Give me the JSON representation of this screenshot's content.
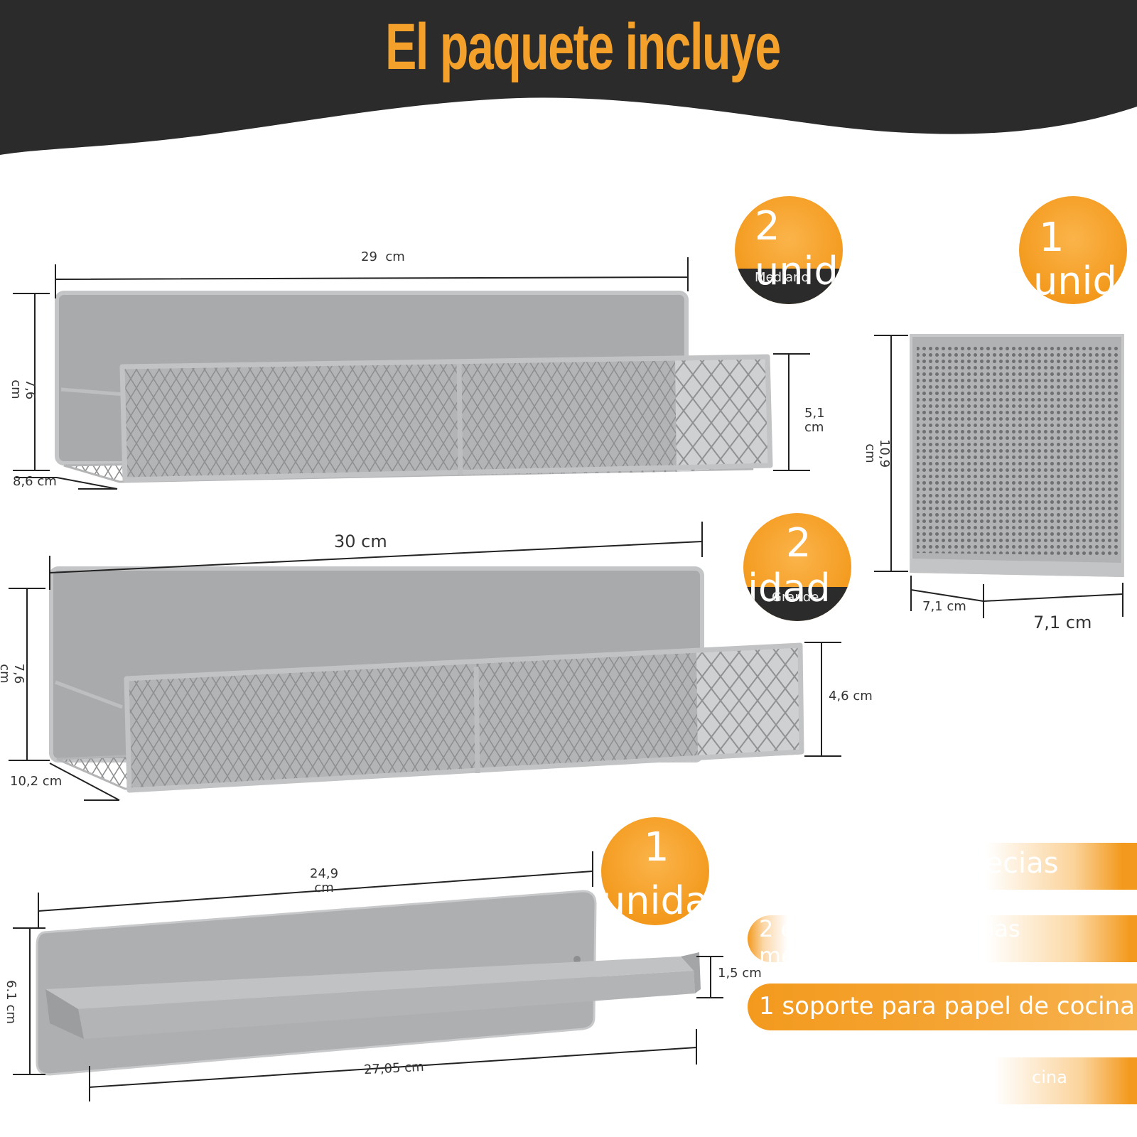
{
  "header": {
    "title": "El paquete incluye",
    "title_color": "#f3a12a",
    "band_color": "#2b2b2b"
  },
  "medium_shelf": {
    "width": "29  cm",
    "height": "7,6\ncm",
    "depth": "8,6 cm",
    "front_height": "5,1\ncm",
    "badge": {
      "quantity": "2",
      "unit": "unid",
      "tag": "Mediano"
    }
  },
  "large_shelf": {
    "width": "30 cm",
    "height": "7,6\ncm",
    "depth": "10,2 cm",
    "front_height": "4,6 cm",
    "badge": {
      "quantity": "2",
      "unit": "idad",
      "tag": "Grande"
    }
  },
  "utensil_holder": {
    "height": "10,9\ncm",
    "depth": "7,1 cm",
    "width": "7,1 cm",
    "badge": {
      "quantity": "1",
      "unit": "unid"
    }
  },
  "paper_holder": {
    "top_width": "24,9\ncm",
    "height": "6.1 cm",
    "bar_height": "1,5 cm",
    "bottom_width": "27,05 cm",
    "badge": {
      "quantity": "1",
      "unit": "unidad"
    }
  },
  "legend": [
    {
      "text": "estantes de especias"
    },
    {
      "text": "2 estantes de especias\nmedianos"
    },
    {
      "text": "1 soporte para papel de cocina"
    },
    {
      "text": "cina"
    }
  ],
  "colors": {
    "accent": "#f39a1e",
    "metal": "#a9aaac",
    "metal_dark": "#8e8f91",
    "dim_line": "#222222"
  }
}
